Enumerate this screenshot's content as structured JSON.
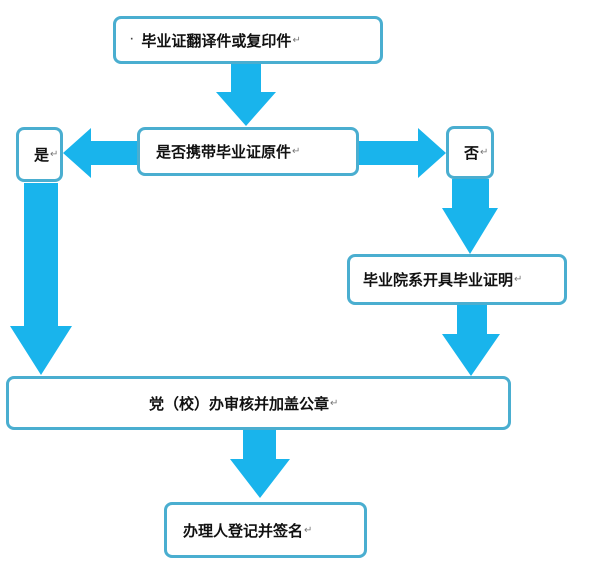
{
  "nodes": {
    "copy": {
      "text": "毕业证翻译件或复印件"
    },
    "question": {
      "text": "是否携带毕业证原件"
    },
    "yes": {
      "text": "是"
    },
    "no": {
      "text": "否"
    },
    "certificate": {
      "text": "毕业院系开具毕业证明"
    },
    "review": {
      "text": "党（校）办审核并加盖公章"
    },
    "register": {
      "text": "办理人登记并签名"
    }
  },
  "paragraph_mark": "↵",
  "arrow_color": "#19b4ec",
  "border_color": "#4aaed0"
}
